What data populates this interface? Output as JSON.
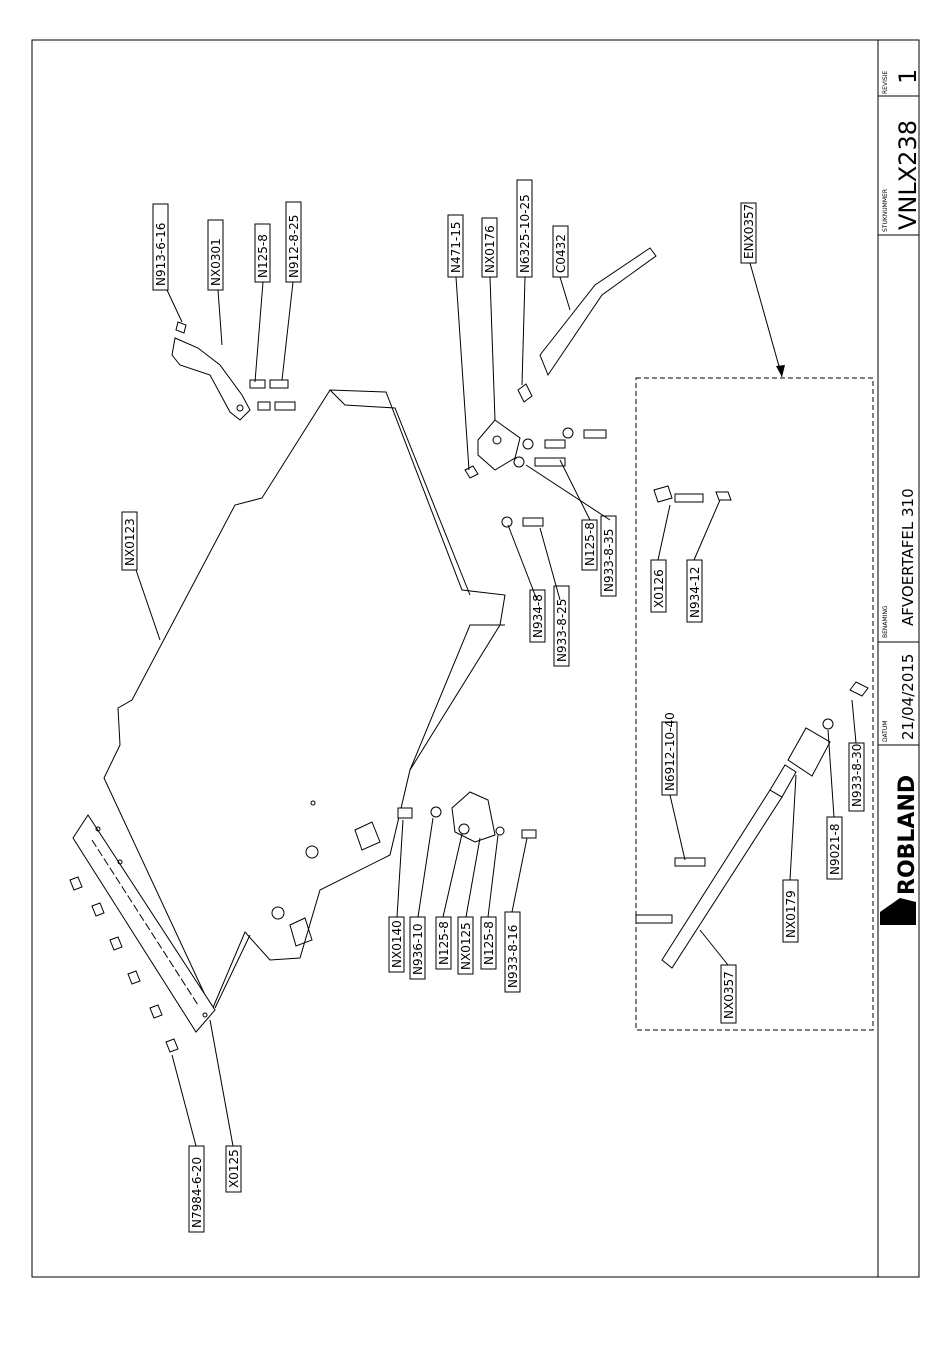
{
  "title_block": {
    "revision_header": "REVISIE",
    "revision_value": "1",
    "part_number_header": "STUKNUMMER",
    "part_number_value": "VNLX238",
    "name_header": "BENAMING",
    "name_value": "AFVOERTAFEL 310",
    "date_header": "DATUM",
    "date_value": "21/04/2015",
    "logo": "ROBLAND"
  },
  "parts": [
    "N913-6-16",
    "NX0301",
    "N125-8",
    "N912-8-25",
    "N471-15",
    "NX0176",
    "N6325-10-25",
    "C0432",
    "ENX0357",
    "NX0123",
    "N125-8",
    "N933-8-35",
    "N934-8",
    "N933-8-25",
    "X0126",
    "N934-12",
    "N6912-10-40",
    "N933-8-30",
    "N9021-8",
    "NX0179",
    "NX0357",
    "NX0140",
    "N936-10",
    "N125-8",
    "NX0125",
    "N125-8",
    "N933-8-16",
    "N7984-6-20",
    "X0125"
  ]
}
